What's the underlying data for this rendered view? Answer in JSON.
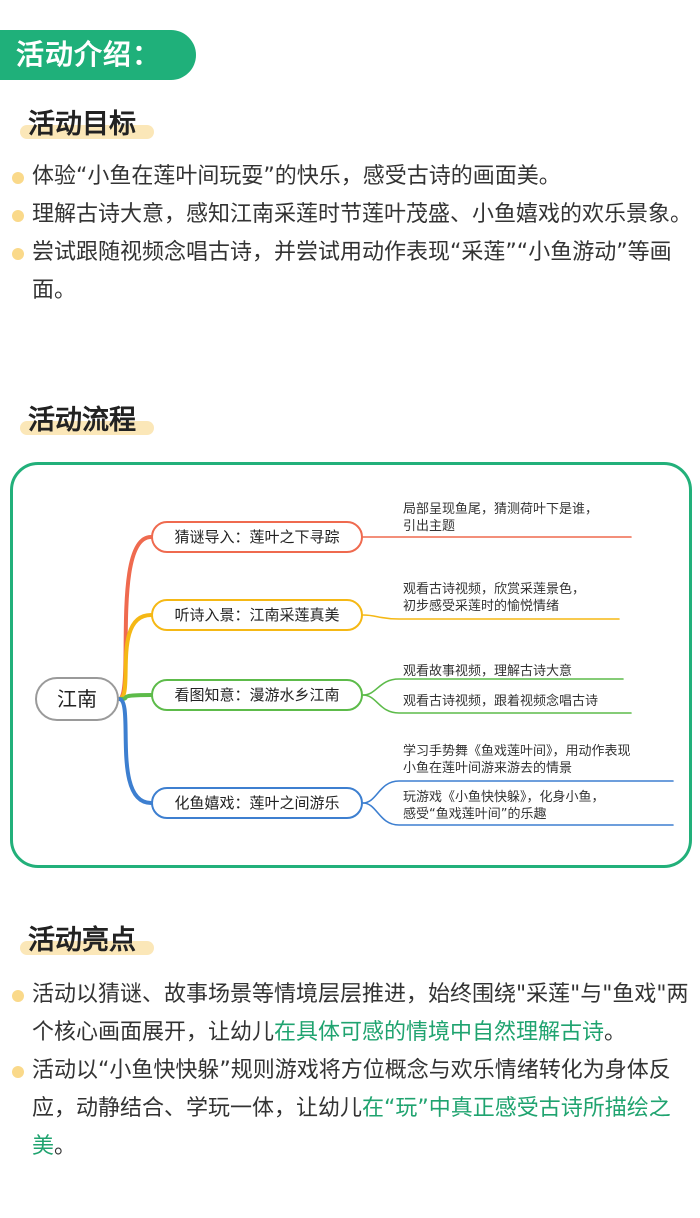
{
  "header": {
    "banner": "活动介绍："
  },
  "goals": {
    "title": "活动目标",
    "items": [
      "体验“小鱼在莲叶间玩耍”的快乐，感受古诗的画面美。",
      "理解古诗大意，感知江南采莲时节莲叶茂盛、小鱼嬉戏的欢乐景象。",
      "尝试跟随视频念唱古诗，并尝试用动作表现“采莲”“小鱼游动”等画面。"
    ]
  },
  "process": {
    "title": "活动流程",
    "root": "江南",
    "branches": [
      {
        "label": "猜谜导入：莲叶之下寻踪",
        "color": "#ef6a4f",
        "leaves": [
          {
            "lines": [
              "局部呈现鱼尾，猜测荷叶下是谁，",
              "引出主题"
            ]
          }
        ]
      },
      {
        "label": "听诗入景：江南采莲真美",
        "color": "#f5b815",
        "leaves": [
          {
            "lines": [
              "观看古诗视频，欣赏采莲景色，",
              "初步感受采莲时的愉悦情绪"
            ]
          }
        ]
      },
      {
        "label": "看图知意：漫游水乡江南",
        "color": "#5dbb4a",
        "leaves": [
          {
            "lines": [
              "观看故事视频，理解古诗大意"
            ]
          },
          {
            "lines": [
              "观看古诗视频，跟着视频念唱古诗"
            ]
          }
        ]
      },
      {
        "label": "化鱼嬉戏：莲叶之间游乐",
        "color": "#3d7fd0",
        "leaves": [
          {
            "lines": [
              "学习手势舞《鱼戏莲叶间》，用动作表现",
              "小鱼在莲叶间游来游去的情景"
            ]
          },
          {
            "lines": [
              "玩游戏《小鱼快快躲》，化身小鱼，",
              "感受“鱼戏莲叶间”的乐趣"
            ]
          }
        ]
      }
    ]
  },
  "highlights": {
    "title": "活动亮点",
    "items": [
      {
        "pre": "活动以猜谜、故事场景等情境层层推进，始终围绕\"采莲\"与\"鱼戏\"两个核心画面展开，让幼儿",
        "hl": "在具体可感的情境中自然理解古诗",
        "post": "。"
      },
      {
        "pre": "活动以“小鱼快快躲”规则游戏将方位概念与欢乐情绪转化为身体反应，动静结合、学玩一体，让幼儿",
        "hl": "在“玩”中真正感受古诗所描绘之美",
        "post": "。"
      }
    ]
  }
}
